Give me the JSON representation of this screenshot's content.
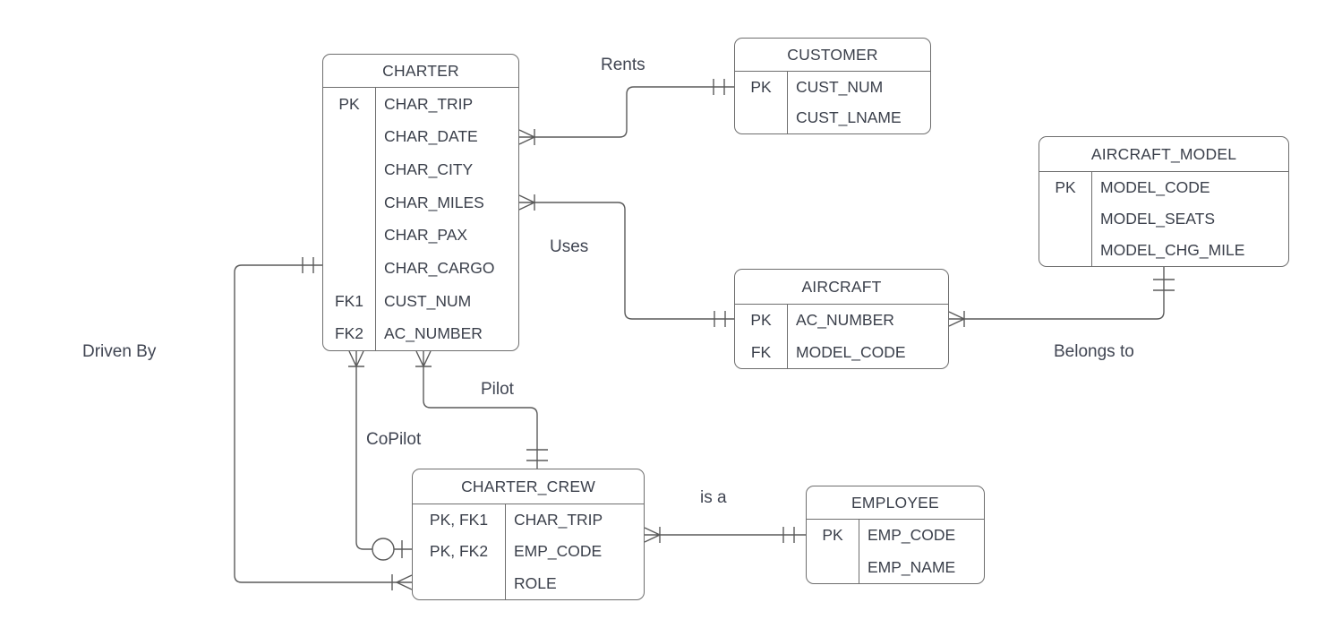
{
  "colors": {
    "background": "#ffffff",
    "line": "#5a5a5a",
    "entity_border": "#6e6e6e",
    "text": "#3a3f4a"
  },
  "entities": [
    {
      "id": "charter",
      "title": "CHARTER",
      "rows": [
        {
          "key": "PK",
          "attr": "CHAR_TRIP"
        },
        {
          "key": "",
          "attr": "CHAR_DATE"
        },
        {
          "key": "",
          "attr": "CHAR_CITY"
        },
        {
          "key": "",
          "attr": "CHAR_MILES"
        },
        {
          "key": "",
          "attr": "CHAR_PAX"
        },
        {
          "key": "",
          "attr": "CHAR_CARGO"
        },
        {
          "key": "FK1",
          "attr": "CUST_NUM"
        },
        {
          "key": "FK2",
          "attr": "AC_NUMBER"
        }
      ]
    },
    {
      "id": "customer",
      "title": "CUSTOMER",
      "rows": [
        {
          "key": "PK",
          "attr": "CUST_NUM"
        },
        {
          "key": "",
          "attr": "CUST_LNAME"
        }
      ]
    },
    {
      "id": "aircraft_model",
      "title": "AIRCRAFT_MODEL",
      "rows": [
        {
          "key": "PK",
          "attr": "MODEL_CODE"
        },
        {
          "key": "",
          "attr": "MODEL_SEATS"
        },
        {
          "key": "",
          "attr": "MODEL_CHG_MILE"
        }
      ]
    },
    {
      "id": "aircraft",
      "title": "AIRCRAFT",
      "rows": [
        {
          "key": "PK",
          "attr": "AC_NUMBER"
        },
        {
          "key": "FK",
          "attr": "MODEL_CODE"
        }
      ]
    },
    {
      "id": "charter_crew",
      "title": "CHARTER_CREW",
      "rows": [
        {
          "key": "PK, FK1",
          "attr": "CHAR_TRIP"
        },
        {
          "key": "PK, FK2",
          "attr": "EMP_CODE"
        },
        {
          "key": "",
          "attr": "ROLE"
        }
      ]
    },
    {
      "id": "employee",
      "title": "EMPLOYEE",
      "rows": [
        {
          "key": "PK",
          "attr": "EMP_CODE"
        },
        {
          "key": "",
          "attr": "EMP_NAME"
        }
      ]
    }
  ],
  "relationships": [
    {
      "label": "Rents",
      "from": "CHARTER",
      "to": "CUSTOMER",
      "from_end": "crow-foot-many-with-tick",
      "to_end": "one-and-only-one-double-tick"
    },
    {
      "label": "Uses",
      "from": "CHARTER",
      "to": "AIRCRAFT",
      "from_end": "crow-foot-many-with-tick",
      "to_end": "one-and-only-one-double-tick"
    },
    {
      "label": "Belongs to",
      "from": "AIRCRAFT",
      "to": "AIRCRAFT_MODEL",
      "from_end": "crow-foot-many-with-tick",
      "to_end": "one-and-only-one-double-tick"
    },
    {
      "label": "Pilot",
      "from": "CHARTER",
      "to": "CHARTER_CREW",
      "from_end": "crow-foot-many-with-tick",
      "to_end": "one-and-only-one-double-tick"
    },
    {
      "label": "CoPilot",
      "from": "CHARTER",
      "to": "CHARTER_CREW",
      "from_end": "crow-foot-many-with-tick",
      "to_end": "zero-or-one-circle-tick"
    },
    {
      "label": "Driven By",
      "from": "CHARTER",
      "to": "CHARTER_CREW",
      "from_end": "one-and-only-one-double-tick",
      "to_end": "crow-foot-many-with-tick"
    },
    {
      "label": "is a",
      "from": "CHARTER_CREW",
      "to": "EMPLOYEE",
      "from_end": "crow-foot-many-with-tick",
      "to_end": "one-and-only-one-double-tick"
    }
  ]
}
